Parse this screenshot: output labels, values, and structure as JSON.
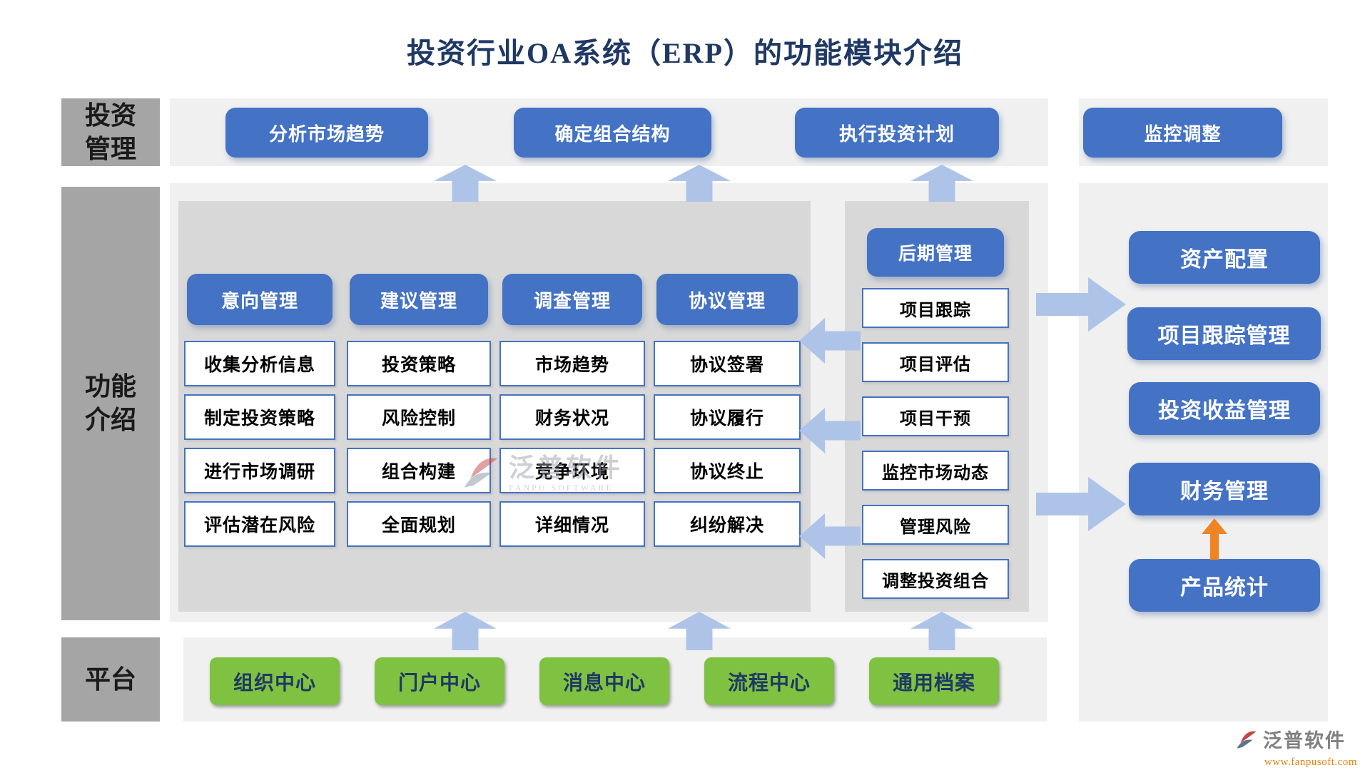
{
  "title": "投资行业OA系统（ERP）的功能模块介绍",
  "side_labels": {
    "investment_management": {
      "lines": [
        "投资",
        "管理"
      ]
    },
    "function_intro": {
      "lines": [
        "功能",
        "介绍"
      ]
    },
    "platform": {
      "lines": [
        "平台"
      ]
    }
  },
  "top_process": [
    "分析市场趋势",
    "确定组合结构",
    "执行投资计划",
    "监控调整"
  ],
  "main_grid": {
    "columns": [
      {
        "header": "意向管理",
        "cells": [
          "收集分析信息",
          "制定投资策略",
          "进行市场调研",
          "评估潜在风险"
        ]
      },
      {
        "header": "建议管理",
        "cells": [
          "投资策略",
          "风险控制",
          "组合构建",
          "全面规划"
        ]
      },
      {
        "header": "调查管理",
        "cells": [
          "市场趋势",
          "财务状况",
          "竞争环境",
          "详细情况"
        ]
      },
      {
        "header": "协议管理",
        "cells": [
          "协议签署",
          "协议履行",
          "协议终止",
          "纠纷解决"
        ]
      }
    ]
  },
  "later_stage": {
    "header": "后期管理",
    "cells": [
      "项目跟踪",
      "项目评估",
      "项目干预",
      "监控市场动态",
      "管理风险",
      "调整投资组合"
    ]
  },
  "right_modules": [
    "资产配置",
    "项目跟踪管理",
    "投资收益管理",
    "财务管理",
    "产品统计"
  ],
  "platform_modules": [
    "组织中心",
    "门户中心",
    "消息中心",
    "流程中心",
    "通用档案"
  ],
  "watermark": {
    "brand": "泛普软件",
    "brand_en": "FANPU SOFTWARE",
    "url": "www.fanpusoft.com"
  },
  "colors": {
    "primary_blue": "#4472C4",
    "arrow_blue": "#ADC4E8",
    "panel_gray": "#D8D8D8",
    "strip_gray": "#F0F0F0",
    "label_gray": "#A5A5A5",
    "green": "#7FC241",
    "orange": "#EE8422",
    "title_navy": "#1F3864",
    "watermark_orange": "#E8820C"
  }
}
